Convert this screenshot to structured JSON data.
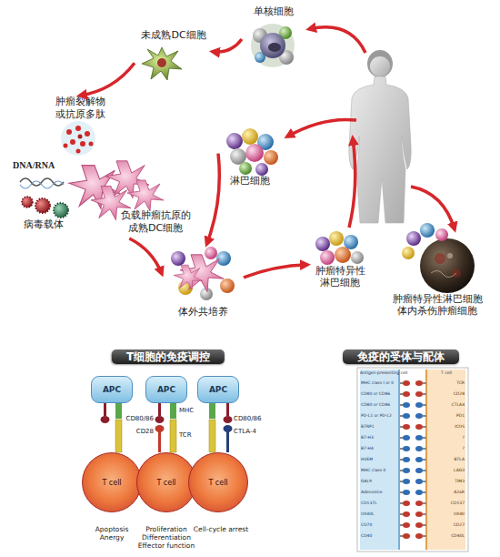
{
  "diagram": {
    "nodes": [
      {
        "text": [
          "单核细胞"
        ]
      },
      {
        "text": [
          "未成熟DC细胞"
        ]
      },
      {
        "text": [
          "肿瘤裂解物 或抗原多肽"
        ]
      },
      {
        "text": [
          "负载肿瘤抗原的 成熟DC细胞"
        ]
      },
      {
        "text": [
          "淋巴细胞"
        ]
      },
      {
        "text": [
          "体外共培养"
        ]
      },
      {
        "text": [
          "肿瘤特异性 淋巴细胞"
        ]
      },
      {
        "text": [
          "肿瘤特异性淋巴细胞 体内杀伤肿瘤细胞"
        ]
      },
      {
        "text": [
          "T细胞的免疫调控"
        ]
      },
      {
        "text": [
          "APC"
        ],
        "in": 8
      },
      {
        "text": [
          "APC"
        ],
        "in": 8
      },
      {
        "text": [
          "APC"
        ],
        "in": 8
      },
      {
        "text": [
          "T cell"
        ],
        "in": 8
      },
      {
        "text": [
          "T cell"
        ],
        "in": 8
      },
      {
        "text": [
          "T cell"
        ],
        "in": 8
      },
      {
        "text": [
          "免疫的受体与配体"
        ]
      },
      {
        "text": [
          "Antigen-presenting cell"
        ],
        "in": 15
      },
      {
        "text": [
          "T cell"
        ],
        "in": 15
      }
    ],
    "edges": [
      {
        "from": 0,
        "to": 1,
        "arrow": "to"
      },
      {
        "from": 1,
        "to": 2,
        "arrow": "to"
      },
      {
        "from": 3,
        "to": 5,
        "arrow": "to"
      },
      {
        "from": 4,
        "to": 5,
        "arrow": "to"
      },
      {
        "from": 5,
        "to": 6,
        "arrow": "to"
      }
    ],
    "labels": [
      "DNA/RNA",
      "病毒载体",
      "CD80/86",
      "MHC",
      "TCR",
      "CD28",
      "CD80/86",
      "CTLA-4",
      "Apoptosis Anergy",
      "Proliferation Differentiation Effector function",
      "Cell-cycle arrest",
      "MHC class I or II",
      "CD80 or CD86",
      "CD80 or CD86",
      "PD-L1 or PD-L2",
      "B7RP1",
      "B7-H3",
      "B7-H4",
      "HVEM",
      "MHC class II",
      "GAL9",
      "Adenosine",
      "CD137L",
      "OX40L",
      "CD70",
      "CD40",
      "TCR",
      "CD28",
      "CTLA4",
      "PD1",
      "ICOS",
      "?",
      "?",
      "BTLA",
      "LAG3",
      "TIM3",
      "A2aR",
      "CD137",
      "OX40",
      "CD27",
      "CD40L"
    ]
  }
}
